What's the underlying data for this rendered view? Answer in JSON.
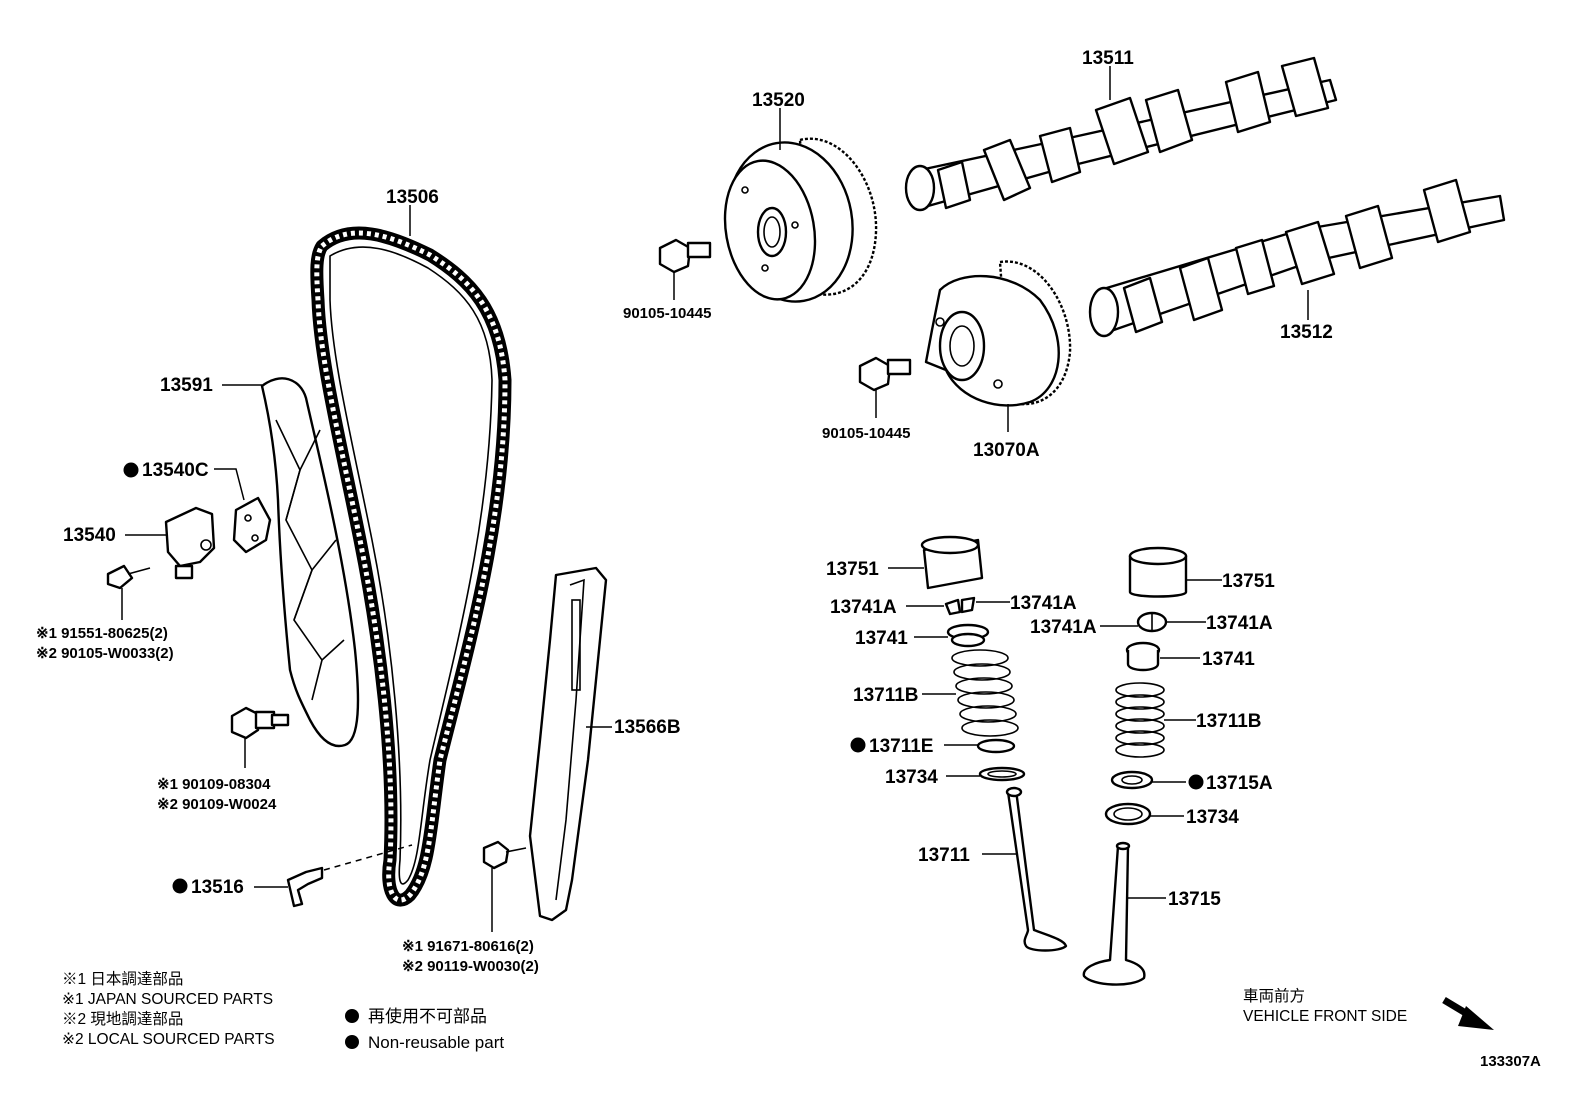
{
  "diagram_id": "133307A",
  "parts": {
    "p13511": "13511",
    "p13520": "13520",
    "p13506": "13506",
    "p13512": "13512",
    "p13591": "13591",
    "p13540C": "13540C",
    "p13540": "13540",
    "p13566B": "13566B",
    "p13516": "13516",
    "p13070A": "13070A",
    "bolt_a": "90105-10445",
    "bolt_b": "90105-10445",
    "p13751_l": "13751",
    "p13751_r": "13751",
    "p13741A_l1": "13741A",
    "p13741A_l2": "13741A",
    "p13741A_r1": "13741A",
    "p13741A_r2": "13741A",
    "p13741_l": "13741",
    "p13741_r": "13741",
    "p13711B_l": "13711B",
    "p13711B_r": "13711B",
    "p13711E": "13711E",
    "p13715A": "13715A",
    "p13734_l": "13734",
    "p13734_r": "13734",
    "p13711": "13711",
    "p13715": "13715"
  },
  "notes": {
    "tensioner_bolt_1": "※1 91551-80625(2)",
    "tensioner_bolt_2": "※2 90105-W0033(2)",
    "pivot_bolt_1": "※1 90109-08304",
    "pivot_bolt_2": "※2 90109-W0024",
    "guide_bolt_1": "※1 91671-80616(2)",
    "guide_bolt_2": "※2 90119-W0030(2)"
  },
  "legend": {
    "jp1": "※1  日本調達部品",
    "en1": "※1  JAPAN SOURCED PARTS",
    "jp2": "※2  現地調達部品",
    "en2": "※2  LOCAL SOURCED PARTS",
    "nonreuse_jp": "再使用不可部品",
    "nonreuse_en": "Non-reusable part"
  },
  "direction": {
    "jp": "車両前方",
    "en": "VEHICLE FRONT SIDE"
  },
  "colors": {
    "ink": "#000000",
    "paper": "#ffffff"
  }
}
